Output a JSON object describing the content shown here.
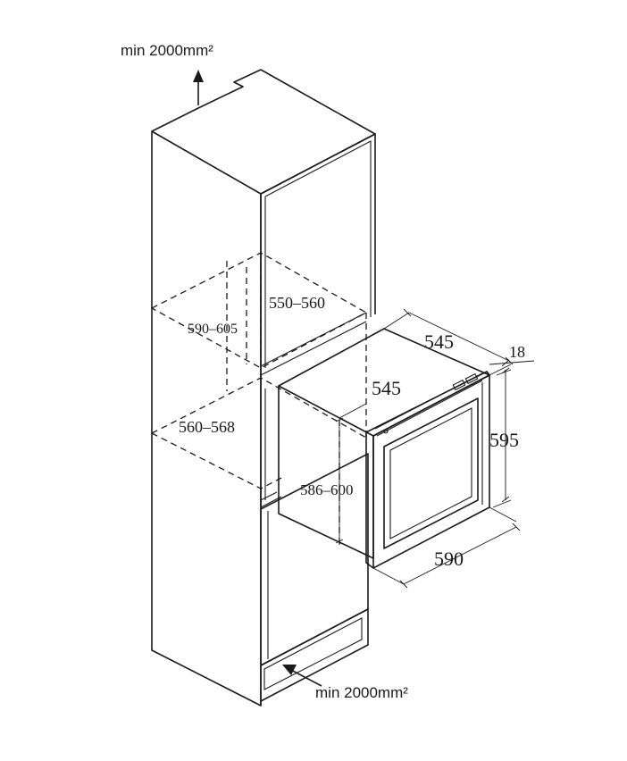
{
  "ventilation": {
    "top_label": "min 2000mm²",
    "bottom_label": "min 2000mm²"
  },
  "dimensions": {
    "niche_depth": "550–560",
    "niche_height": "590–605",
    "niche_width": "560–568",
    "appliance_depth_top": "545",
    "appliance_depth_inner": "545",
    "door_thickness": "18",
    "appliance_height": "595",
    "appliance_width": "590",
    "cabinet_gap": "586–600"
  }
}
